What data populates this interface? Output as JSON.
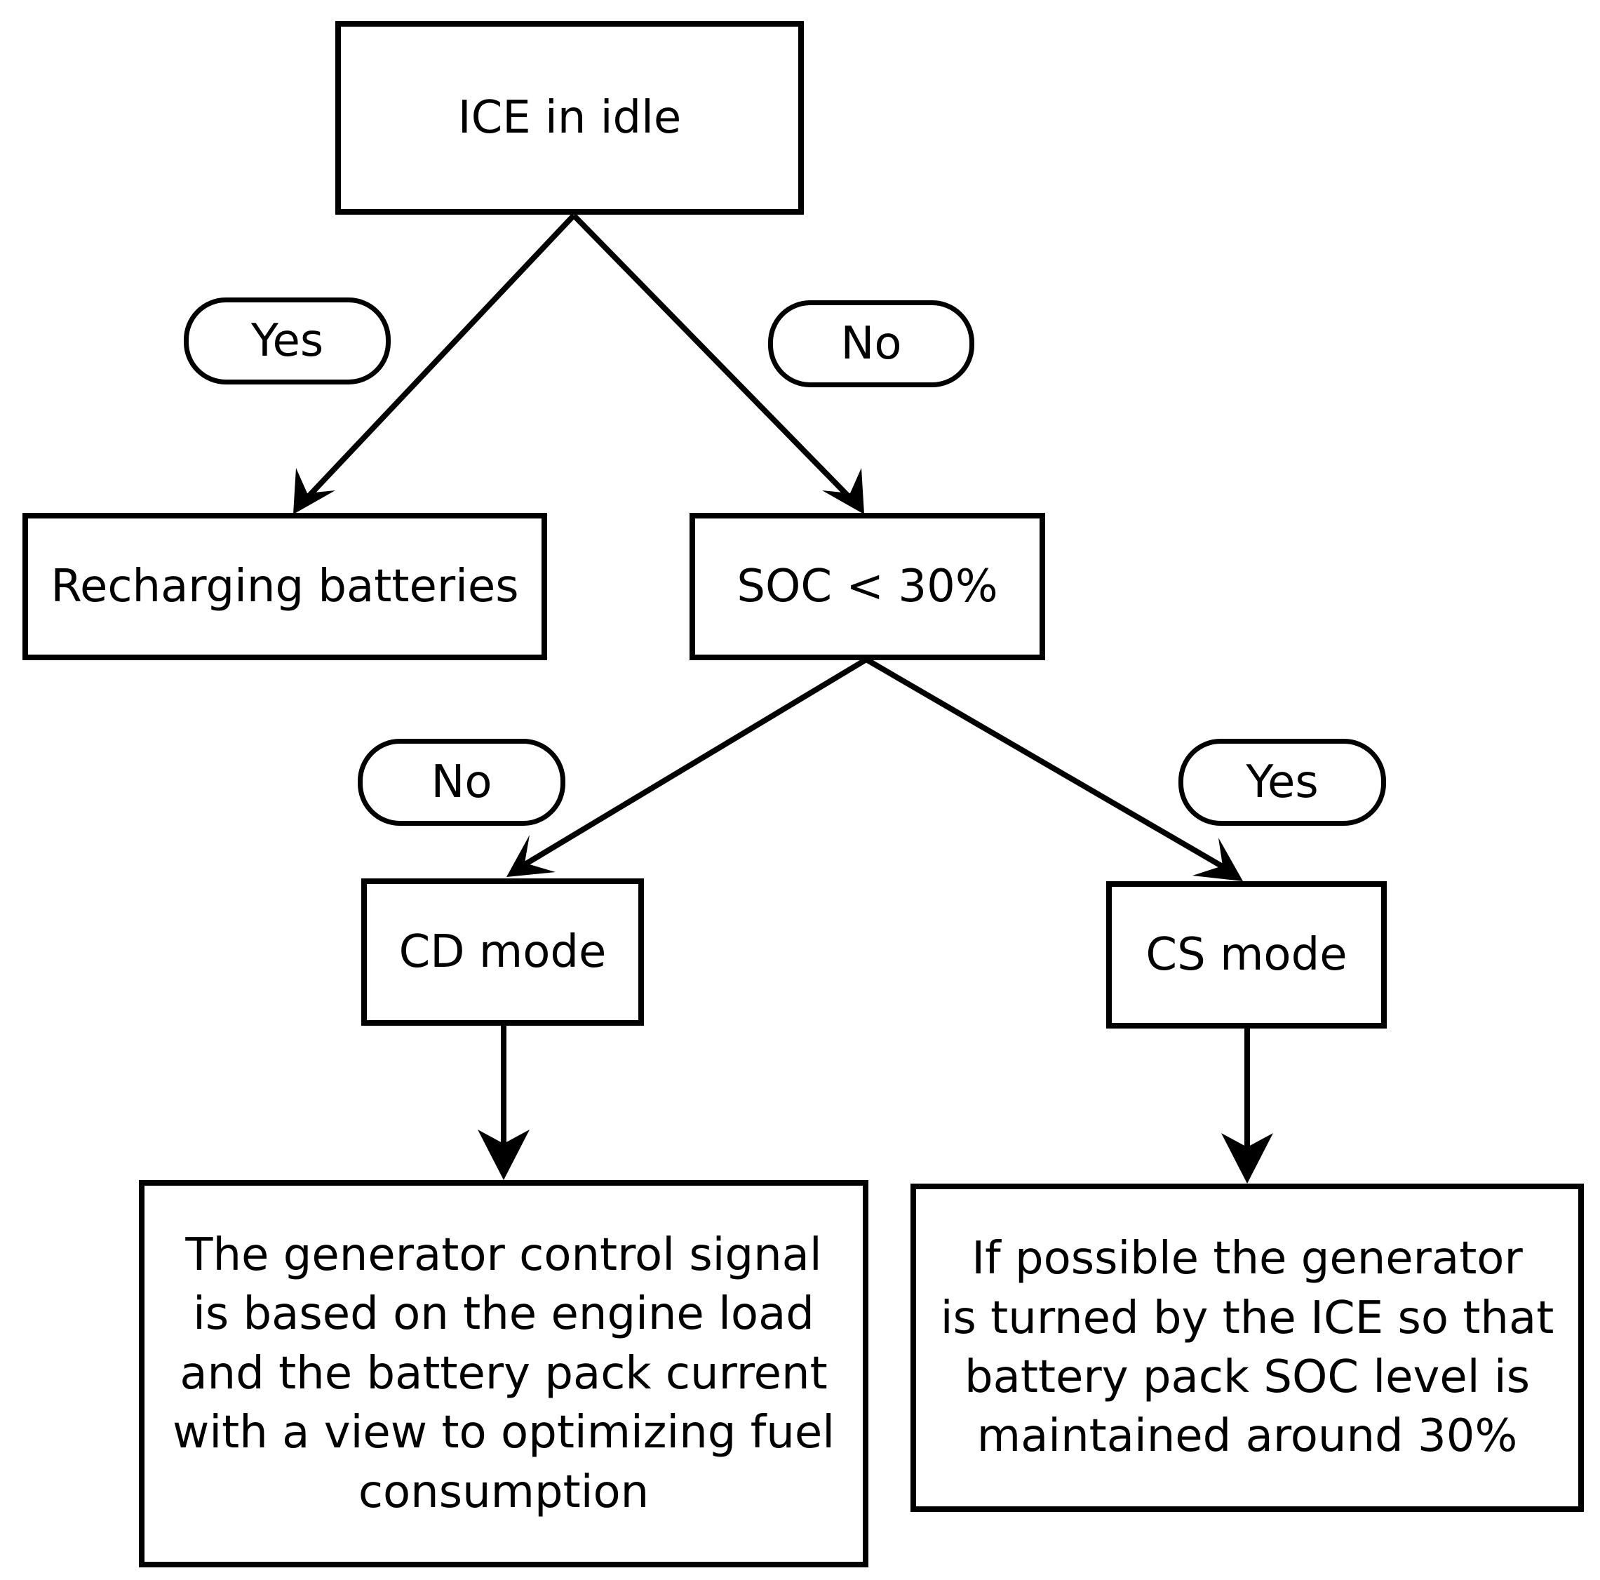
{
  "nodes": {
    "ice_idle": "ICE in idle",
    "recharging": "Recharging batteries",
    "soc_check": "SOC < 30%",
    "cd_mode": "CD mode",
    "cs_mode": "CS mode",
    "cd_description": "The generator control signal\nis based on the engine load\nand the battery pack current\nwith a view to optimizing fuel\nconsumption",
    "cs_description": "If possible the generator\nis turned by the ICE so that\nbattery pack SOC level is\nmaintained around 30%"
  },
  "edge_labels": {
    "idle_yes": "Yes",
    "idle_no": "No",
    "soc_no": "No",
    "soc_yes": "Yes"
  }
}
